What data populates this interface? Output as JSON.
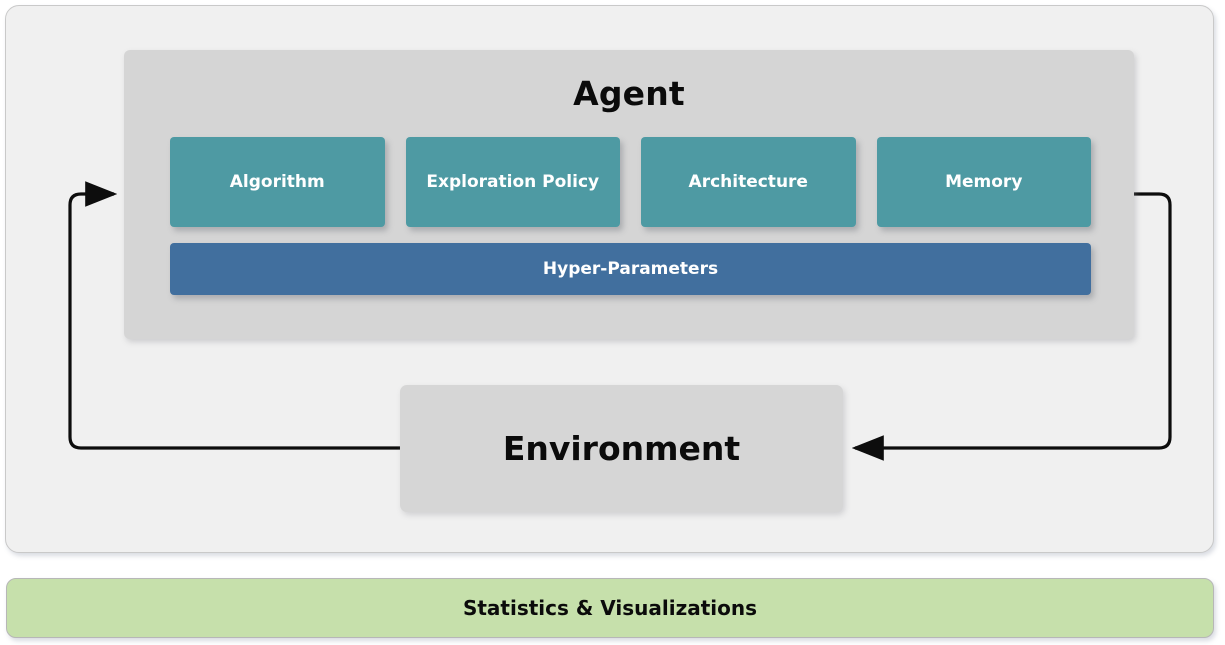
{
  "diagram": {
    "outer_panel": {
      "name": "rl-coach-block-diagram",
      "background_color": "#f0f0f0",
      "border_color": "#c9c9c9"
    },
    "agent": {
      "title": "Agent",
      "background_color": "#d5d5d5",
      "components": [
        {
          "label": "Algorithm",
          "color": "#4e9aa3"
        },
        {
          "label": "Exploration Policy",
          "color": "#4e9aa3"
        },
        {
          "label": "Architecture",
          "color": "#4e9aa3"
        },
        {
          "label": "Memory",
          "color": "#4e9aa3"
        }
      ],
      "hyper_parameters": {
        "label": "Hyper-Parameters",
        "color": "#416f9e"
      }
    },
    "environment": {
      "label": "Environment",
      "background_color": "#d6d6d6"
    },
    "statistics": {
      "label": "Statistics & Visualizations",
      "background_color": "#c6e0ab"
    },
    "connections": [
      {
        "name": "environment-to-agent",
        "from": "Environment",
        "to": "Agent",
        "direction": "left-loop-up",
        "color": "#0d0d0d"
      },
      {
        "name": "agent-to-environment",
        "from": "Agent",
        "to": "Environment",
        "direction": "right-loop-down",
        "color": "#0d0d0d"
      }
    ]
  }
}
